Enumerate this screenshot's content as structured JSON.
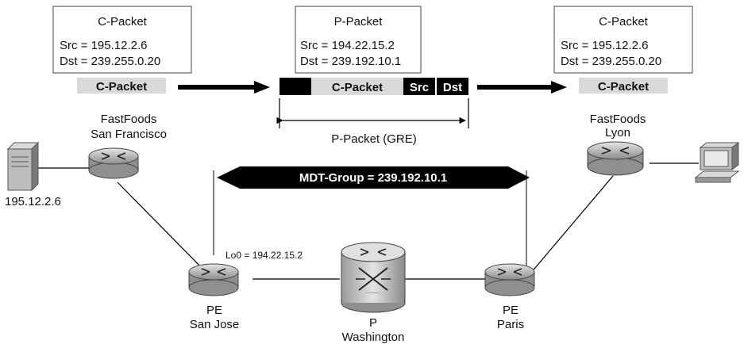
{
  "packets": {
    "left": {
      "title": "C-Packet",
      "src": "Src = 195.12.2.6",
      "dst": "Dst = 239.255.0.20",
      "bar_label": "C-Packet"
    },
    "center": {
      "title": "P-Packet",
      "src": "Src = 194.22.15.2",
      "dst": "Dst = 239.192.10.1",
      "bar_inner": "C-Packet",
      "bar_src": "Src",
      "bar_dst": "Dst",
      "span_label": "P-Packet (GRE)"
    },
    "right": {
      "title": "C-Packet",
      "src": "Src = 195.12.2.6",
      "dst": "Dst = 239.255.0.20",
      "bar_label": "C-Packet"
    }
  },
  "mdt_group": "MDT-Group = 239.192.10.1",
  "devices": {
    "sf_router": {
      "line1": "FastFoods",
      "line2": "San Francisco"
    },
    "lyon_router": {
      "line1": "FastFoods",
      "line2": "Lyon"
    },
    "server_ip": "195.12.2.6",
    "pe_sj": {
      "line1": "PE",
      "line2": "San Jose",
      "loopback": "Lo0 = 194.22.15.2"
    },
    "p_wash": {
      "line1": "P",
      "line2": "Washington"
    },
    "pe_paris": {
      "line1": "PE",
      "line2": "Paris"
    }
  },
  "colors": {
    "bar_gray": "#d9d9d9",
    "router_body": "#bdbdbd",
    "dark": "#000000"
  }
}
